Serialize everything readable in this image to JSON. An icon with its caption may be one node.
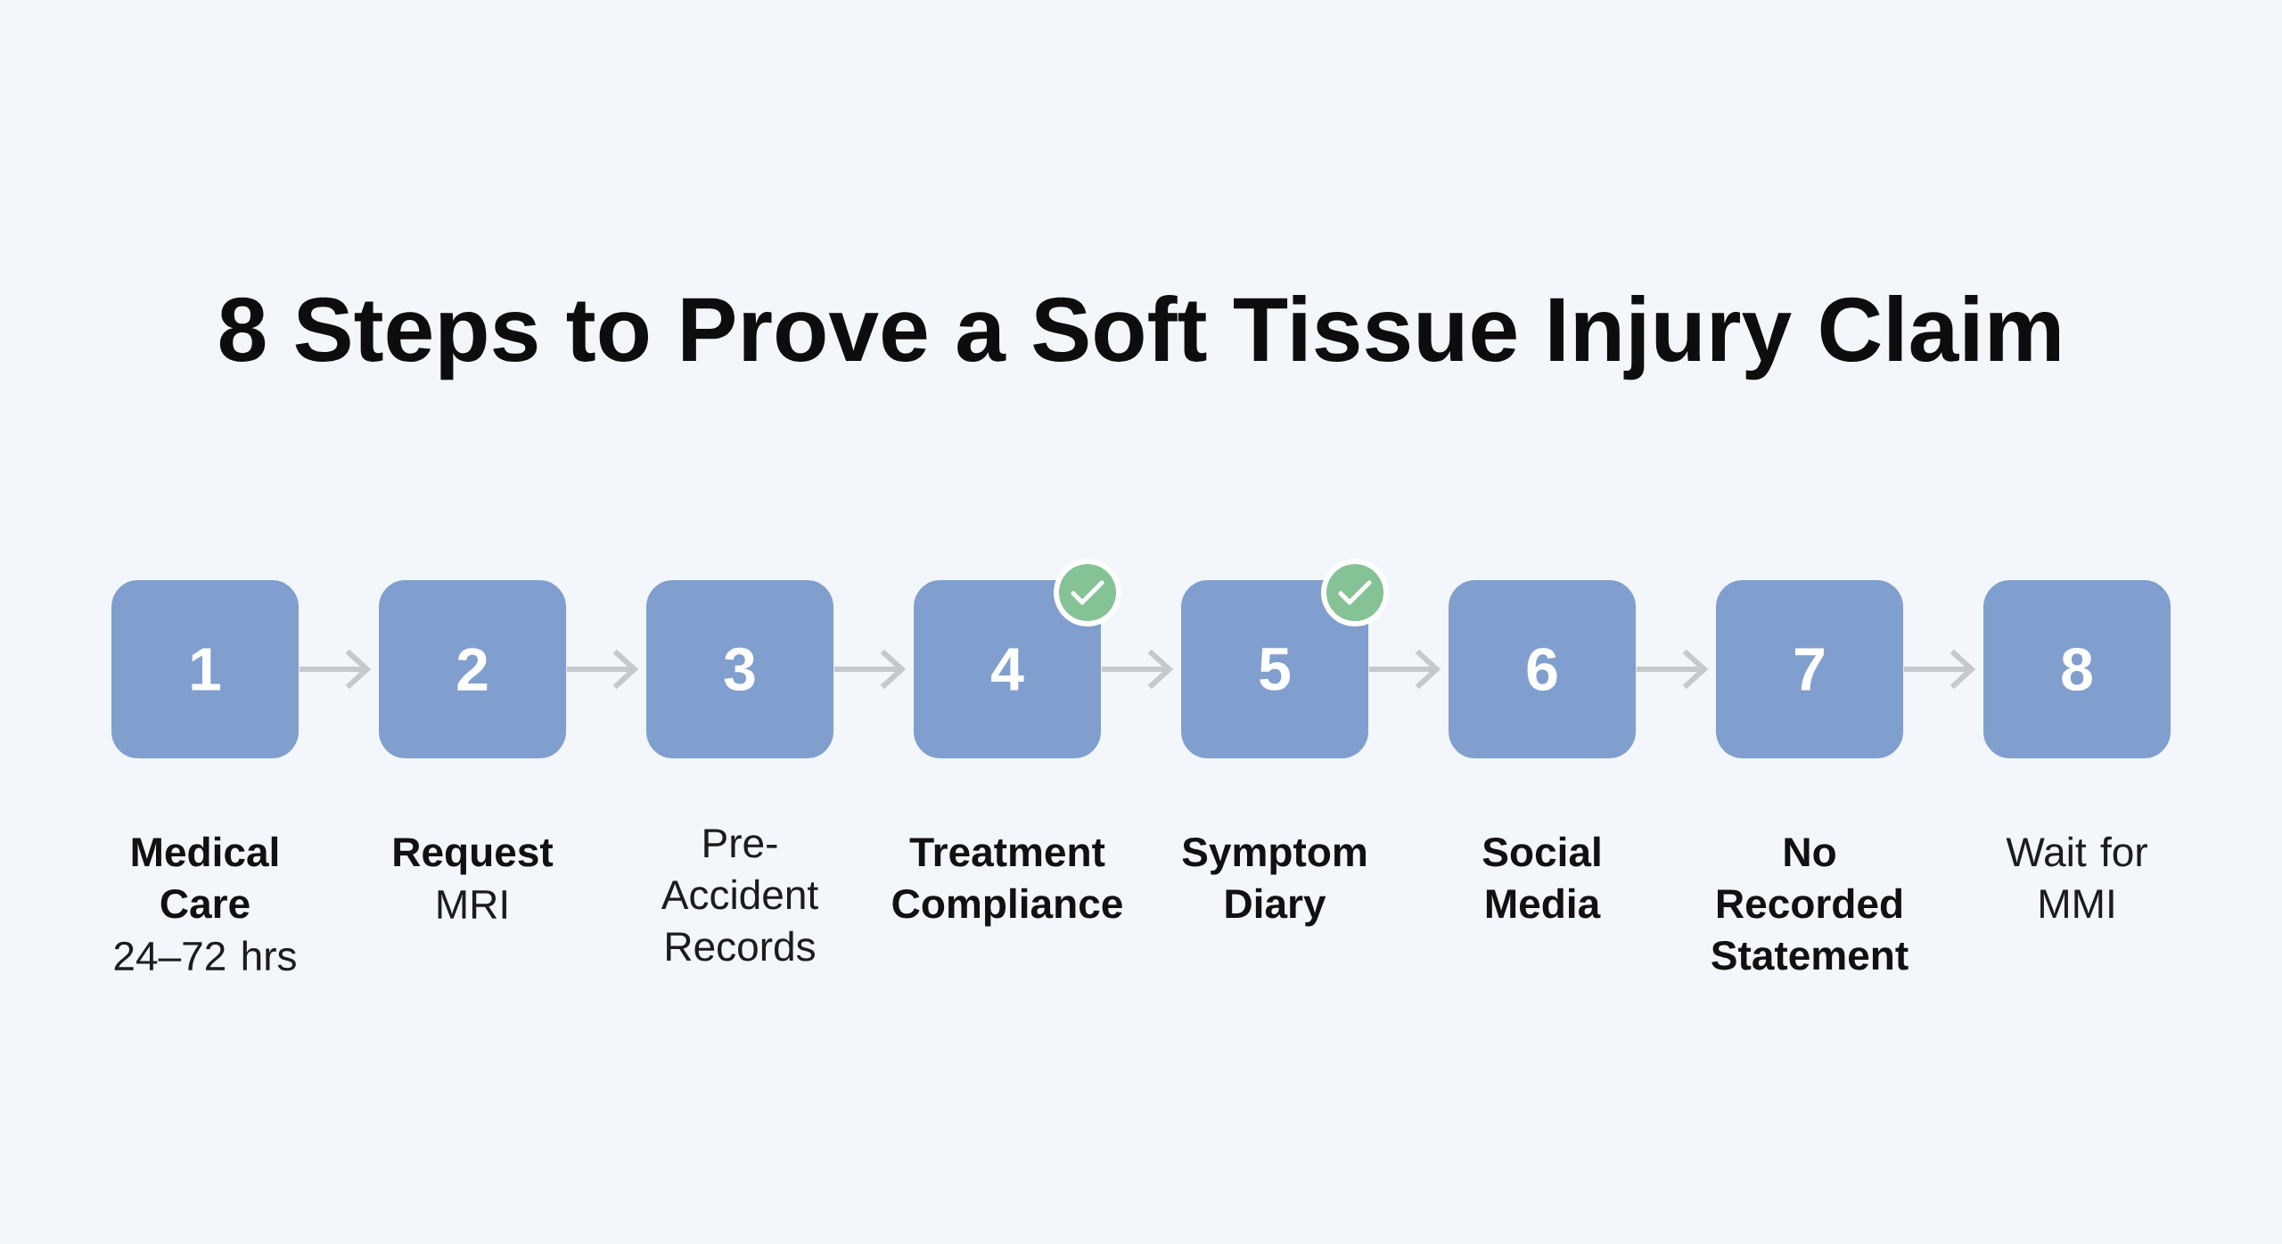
{
  "diagram": {
    "title": "8 Steps to Prove a Soft Tissue Injury Claim",
    "nodes": [
      {
        "text": [
          "1"
        ],
        "beside": [
          "Medical Care",
          "24–72 hrs"
        ]
      },
      {
        "text": [
          "2"
        ],
        "beside": [
          "Request",
          "MRI"
        ]
      },
      {
        "text": [
          "3"
        ],
        "beside": [
          "Pre- Accident Records"
        ]
      },
      {
        "text": [
          "4"
        ],
        "beside": [
          "Treatment Compliance"
        ]
      },
      {
        "text": [
          "5"
        ],
        "beside": [
          "Symptom Diary"
        ]
      },
      {
        "text": [
          "6"
        ],
        "beside": [
          "Social Media"
        ]
      },
      {
        "text": [
          "7"
        ],
        "beside": [
          "No Recorded Statement"
        ]
      },
      {
        "text": [
          "8"
        ],
        "beside": [
          "Wait for MMI"
        ]
      }
    ],
    "edges": [
      {
        "from": 0,
        "to": 1,
        "arrow": "to"
      },
      {
        "from": 1,
        "to": 2,
        "arrow": "to"
      },
      {
        "from": 2,
        "to": 3,
        "arrow": "to"
      },
      {
        "from": 3,
        "to": 4,
        "arrow": "to"
      },
      {
        "from": 4,
        "to": 5,
        "arrow": "to"
      },
      {
        "from": 5,
        "to": 6,
        "arrow": "to"
      },
      {
        "from": 6,
        "to": 7,
        "arrow": "to"
      }
    ]
  }
}
